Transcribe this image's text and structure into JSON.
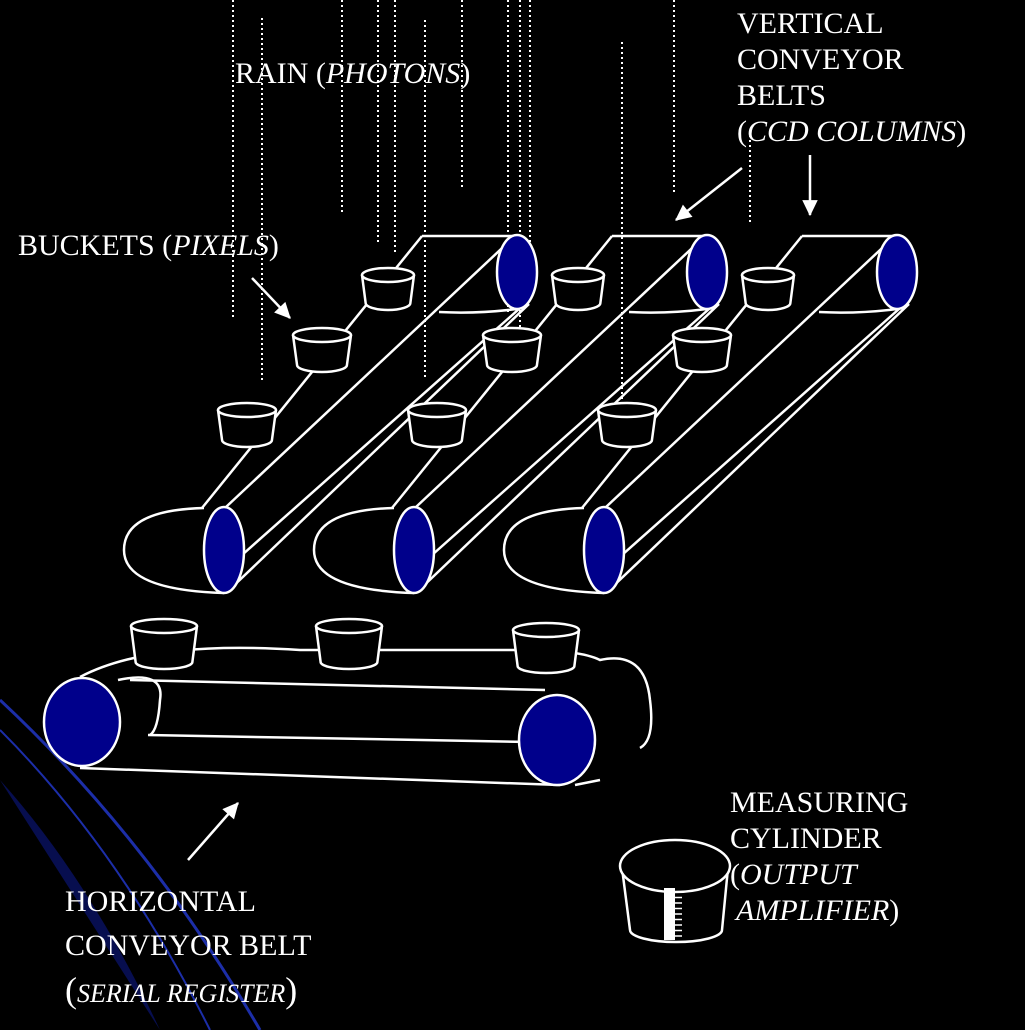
{
  "labels": {
    "rain": {
      "text": "RAIN (",
      "italic": "PHOTONS",
      "close": ")"
    },
    "vertical_belts": {
      "line1": "VERTICAL",
      "line2": "CONVEYOR",
      "line3": "BELTS",
      "line4_open": "(",
      "line4_italic": "CCD COLUMNS",
      "line4_close": ")"
    },
    "buckets": {
      "text": "BUCKETS (",
      "italic": "PIXELS",
      "close": ")"
    },
    "measuring": {
      "line1": "MEASURING",
      "line2": "CYLINDER",
      "line3_open": "(",
      "line3_italic": "OUTPUT",
      "line4_italic": "AMPLIFIER",
      "line4_close": ")"
    },
    "horizontal": {
      "line1": "HORIZONTAL",
      "line2": "CONVEYOR BELT",
      "line3_open": "(",
      "line3_italic": "SERIAL REGISTER",
      "line3_close": ")"
    }
  },
  "colors": {
    "background": "#000000",
    "stroke": "#ffffff",
    "roller_fill": "#00008b",
    "accent_arc": "#1c2ea8"
  }
}
